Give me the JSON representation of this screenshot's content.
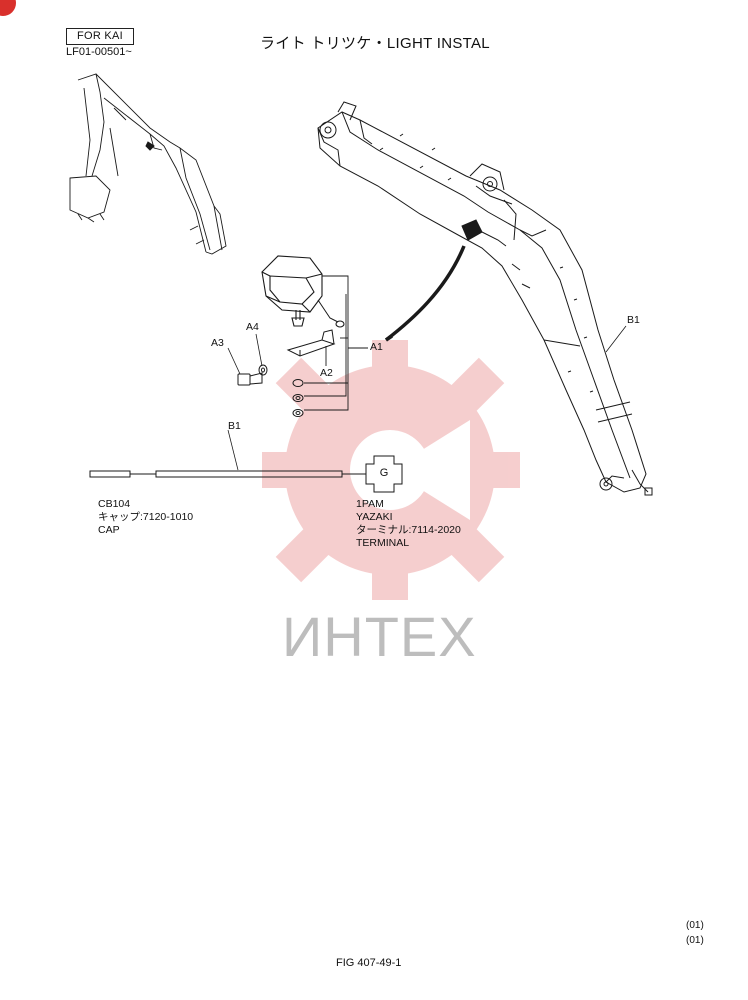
{
  "header": {
    "model_box": "FOR KAI",
    "serial": "LF01-00501~",
    "title": "ライト トリツケ・LIGHT INSTAL"
  },
  "callouts": {
    "a1": "A1",
    "a2": "A2",
    "a3": "A3",
    "a4": "A4",
    "b1_harness": "B1",
    "b1_boom": "B1"
  },
  "connector_left": {
    "line1": "CB104",
    "line2": "キャップ:7120-1010",
    "line3": "CAP"
  },
  "connector_right": {
    "symbol": "G",
    "line1": "1PAM",
    "line2": "YAZAKI",
    "line3": "ターミナル:7114-2020",
    "line4": "TERMINAL"
  },
  "watermark": {
    "text": "ИНТЕХ",
    "color": "#f2c2c2"
  },
  "footer": {
    "rev1": "(01)",
    "rev2": "(01)",
    "figure": "FIG 407-49-1"
  },
  "colors": {
    "line": "#1a1a1a",
    "accent": "#d9302c"
  }
}
